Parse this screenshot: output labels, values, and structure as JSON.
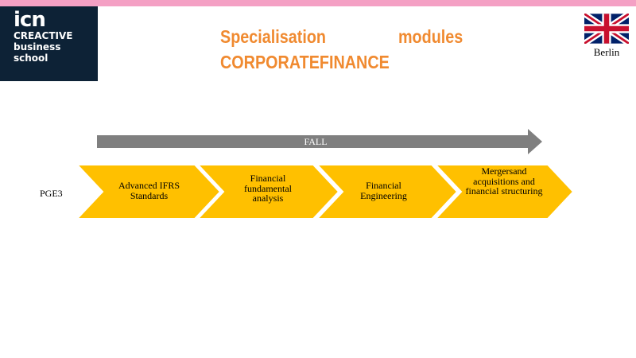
{
  "logo": {
    "mark": "icn",
    "lines": [
      "CREACTIVE",
      "business",
      "school"
    ]
  },
  "title": {
    "line1_word1": "Specialisation",
    "line1_word2": "modules",
    "line2": "CORPORATEFINANCE"
  },
  "location": {
    "flag_icon": "uk-flag-icon",
    "city": "Berlin"
  },
  "timeline": {
    "label": "FALL"
  },
  "program": {
    "row_label": "PGE3",
    "modules": [
      "Advanced IFRS Standards",
      "Financial fundamental analysis",
      "Financial Engineering",
      "Mergersand acquisitions and financial structuring"
    ]
  },
  "colors": {
    "accent": "#f08a30",
    "chevron": "#ffc000",
    "arrow": "#7f7f7f",
    "logo_bg": "#0d2236",
    "top_bar": "#f4a0c4"
  }
}
